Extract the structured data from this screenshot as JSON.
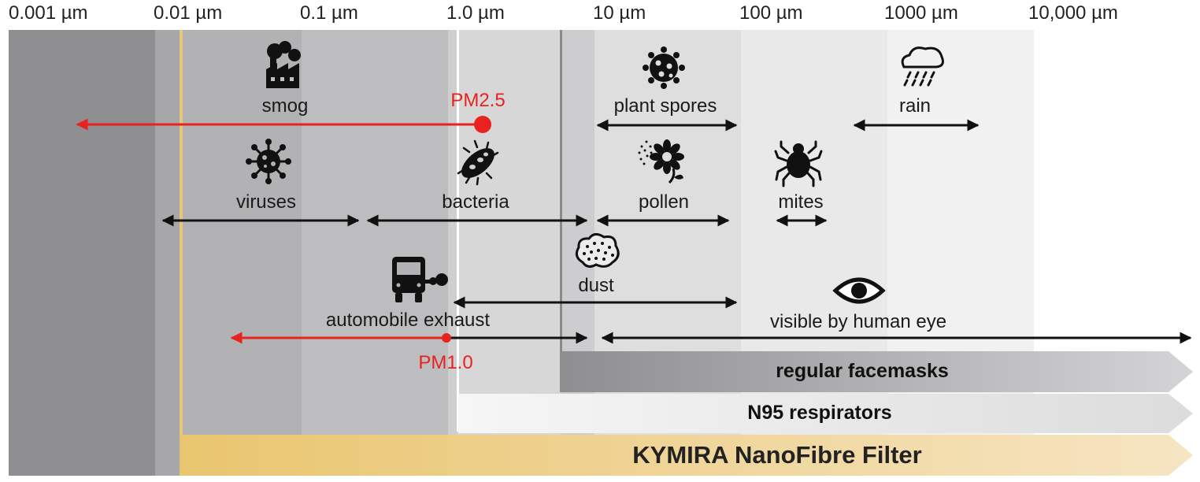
{
  "scale": {
    "ticks": [
      "0.001 µm",
      "0.01 µm",
      "0.1 µm",
      "1.0 µm",
      "10 µm",
      "100 µm",
      "1000 µm",
      "10,000 µm"
    ]
  },
  "particles": {
    "smog": "smog",
    "plant_spores": "plant spores",
    "rain": "rain",
    "viruses": "viruses",
    "bacteria": "bacteria",
    "pollen": "pollen",
    "mites": "mites",
    "dust": "dust",
    "automobile_exhaust": "automobile exhaust",
    "visible_by_human_eye": "visible by human eye"
  },
  "markers": {
    "pm25": "PM2.5",
    "pm10": "PM1.0"
  },
  "bands": {
    "regular_facemasks": "regular facemasks",
    "n95": "N95 respirators",
    "kymira": "KYMIRA NanoFibre Filter"
  },
  "colors": {
    "red": "#e8221f",
    "black": "#111111",
    "kymira_gold": "#e8c777"
  },
  "icons": [
    "factory-icon",
    "spore-icon",
    "rain-cloud-icon",
    "virus-icon",
    "bacteria-icon",
    "pollen-flower-icon",
    "mite-icon",
    "dust-icon",
    "truck-icon",
    "eye-icon"
  ]
}
